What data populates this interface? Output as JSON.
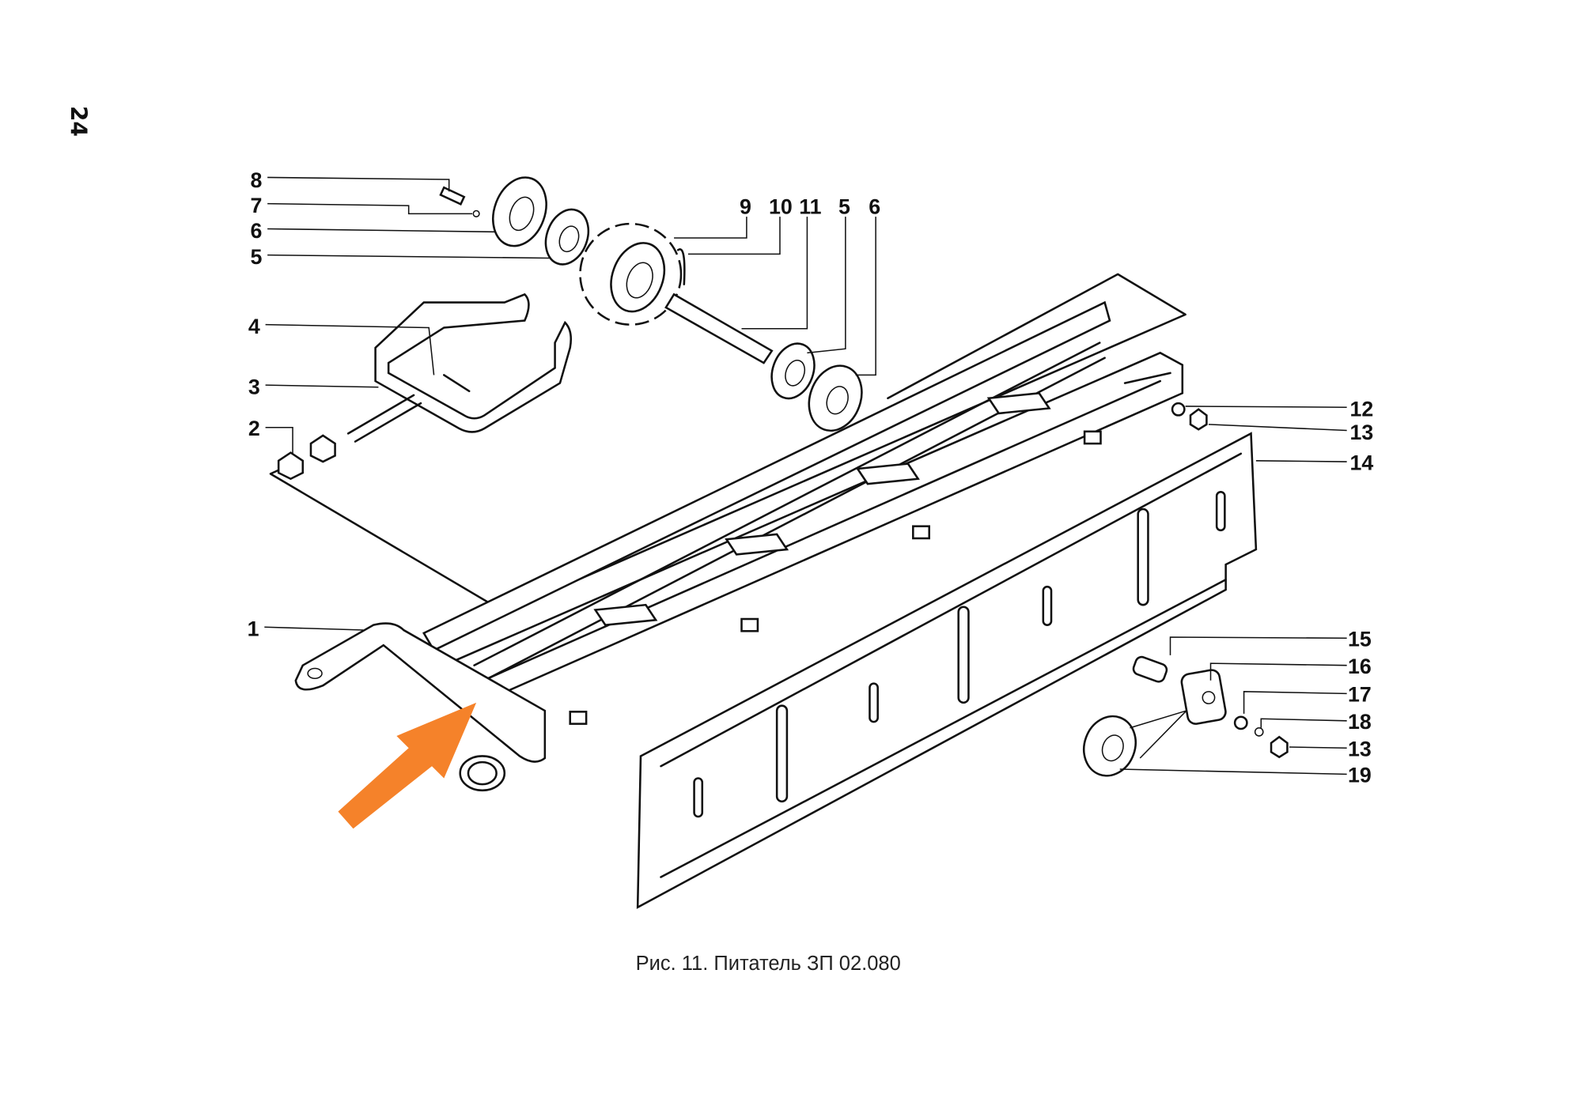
{
  "page_number": "24",
  "caption": "Рис. 11. Питатель ЗП 02.080",
  "arrow_color": "#f5822a",
  "callouts_left": [
    "8",
    "7",
    "6",
    "5",
    "4",
    "3",
    "2",
    "1"
  ],
  "callouts_top": [
    "9",
    "10",
    "11",
    "5",
    "6"
  ],
  "callouts_right": [
    "12",
    "13",
    "14",
    "15",
    "16",
    "17",
    "18",
    "13",
    "19"
  ]
}
